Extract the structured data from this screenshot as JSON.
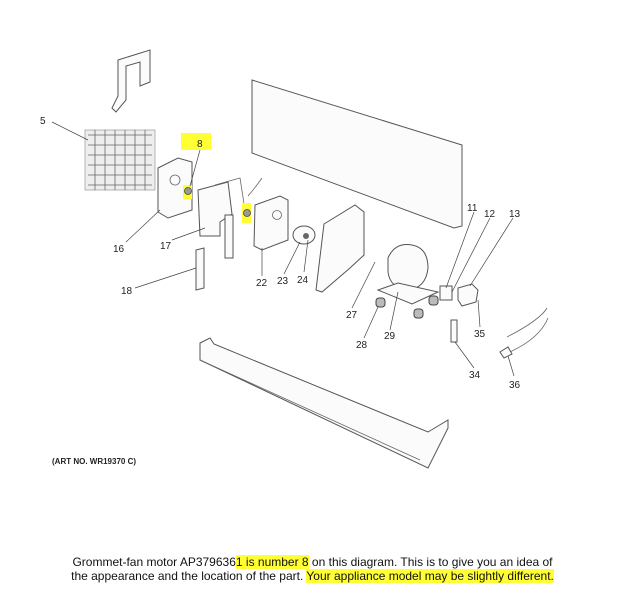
{
  "diagram": {
    "art_number": "(ART NO. WR19370 C)",
    "highlight_color": "#ffff33",
    "callouts": {
      "c5": "5",
      "c8": "8",
      "c16": "16",
      "c17": "17",
      "c18": "18",
      "c22": "22",
      "c23": "23",
      "c24": "24",
      "c27": "27",
      "c28": "28",
      "c29": "29",
      "c11": "11",
      "c12": "12",
      "c13": "13",
      "c35": "35",
      "c34": "34",
      "c36": "36"
    }
  },
  "caption": {
    "part1": "Grommet-fan motor AP379636",
    "part2": "1 is number 8",
    "part3": " on this diagram. This is to give you an idea of",
    "part4": "the appearance and the location of the part. ",
    "part5": "Your appliance model may be slightly different."
  }
}
